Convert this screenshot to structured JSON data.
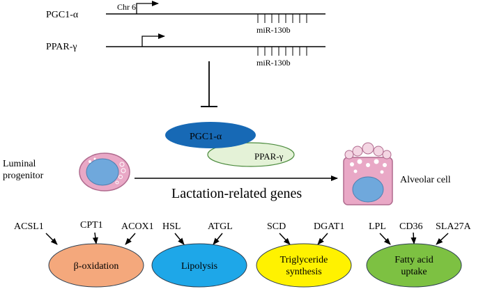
{
  "genes": {
    "pgc1a": "PGC1-α",
    "chr": "Chr 6",
    "mir1": "miR-130b",
    "ppar": "PPAR-γ",
    "mir2": "miR-130b"
  },
  "complex": {
    "pgc": "PGC1-α",
    "ppar": "PPAR-γ"
  },
  "cells": {
    "luminal_line1": "Luminal",
    "luminal_line2": "progenitor",
    "alveolar": "Alveolar cell",
    "arrow_label": "Lactation-related genes"
  },
  "pathways": [
    {
      "name_lines": [
        "β-oxidation"
      ],
      "genes": [
        "ACSL1",
        "CPT1",
        "ACOX1"
      ],
      "color": "#F4A87C"
    },
    {
      "name_lines": [
        "Lipolysis"
      ],
      "genes": [
        "HSL",
        "ATGL"
      ],
      "color": "#1EA7E8"
    },
    {
      "name_lines": [
        "Triglyceride",
        "synthesis"
      ],
      "genes": [
        "SCD",
        "DGAT1"
      ],
      "color": "#FFF200"
    },
    {
      "name_lines": [
        "Fatty acid",
        "uptake"
      ],
      "genes": [
        "LPL",
        "CD36",
        "SLA27A"
      ],
      "color": "#7DC142"
    }
  ],
  "colors": {
    "pgc_fill": "#1769B5",
    "ppar_fill": "#E4F2D7",
    "ppar_stroke": "#4A8A3C",
    "cell_pink": "#E9A8C6",
    "nucleus_blue": "#6FA8DC"
  }
}
